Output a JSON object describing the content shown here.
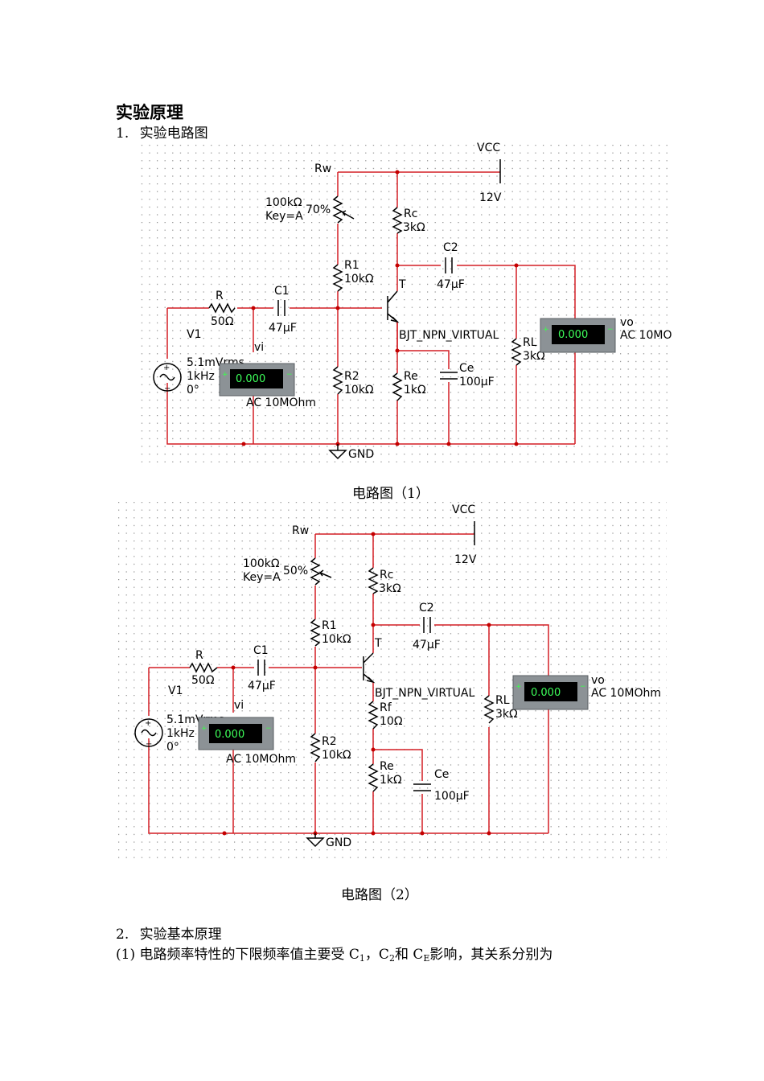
{
  "section_title": "实验原理",
  "item1": {
    "num": "1.",
    "text": "实验电路图"
  },
  "circuit1": {
    "vcc": "VCC",
    "vcc_value": "12V",
    "rw_name": "Rw",
    "rw_value": "100kΩ",
    "rw_key": "Key=A",
    "rw_pct": "70%",
    "rc_name": "Rc",
    "rc_value": "3kΩ",
    "c2_name": "C2",
    "c2_value": "47μF",
    "r1_name": "R1",
    "r1_value": "10kΩ",
    "t_name": "T",
    "bjt": "BJT_NPN_VIRTUAL",
    "r_name": "R",
    "r_value": "50Ω",
    "c1_name": "C1",
    "c1_value": "47μF",
    "v1_name": "V1",
    "v1_amp": "5.1mVrms",
    "v1_freq": "1kHz",
    "v1_phase": "0°",
    "vi_label": "vi",
    "vi_reading": "0.000",
    "vi_mode": "AC  10MOhm",
    "r2_name": "R2",
    "r2_value": "10kΩ",
    "re_name": "Re",
    "re_value": "1kΩ",
    "ce_name": "Ce",
    "ce_value": "100μF",
    "rl_name": "RL",
    "rl_value": "3kΩ",
    "vo_label": "vo",
    "vo_reading": "0.000",
    "vo_mode": "AC  10MO",
    "gnd": "GND"
  },
  "caption1": "电路图（1）",
  "circuit2": {
    "vcc": "VCC",
    "vcc_value": "12V",
    "rw_name": "Rw",
    "rw_value": "100kΩ",
    "rw_key": "Key=A",
    "rw_pct": "50%",
    "rc_name": "Rc",
    "rc_value": "3kΩ",
    "c2_name": "C2",
    "c2_value": "47μF",
    "r1_name": "R1",
    "r1_value": "10kΩ",
    "t_name": "T",
    "bjt": "BJT_NPN_VIRTUAL",
    "r_name": "R",
    "r_value": "50Ω",
    "c1_name": "C1",
    "c1_value": "47μF",
    "v1_name": "V1",
    "v1_amp": "5.1mVrms",
    "v1_freq": "1kHz",
    "v1_phase": "0°",
    "vi_label": "vi",
    "vi_reading": "0.000",
    "vi_mode": "AC  10MOhm",
    "rf_name": "Rf",
    "rf_value": "10Ω",
    "r2_name": "R2",
    "r2_value": "10kΩ",
    "re_name": "Re",
    "re_value": "1kΩ",
    "ce_name": "Ce",
    "ce_value": "100μF",
    "rl_name": "RL",
    "rl_value": "3kΩ",
    "vo_label": "vo",
    "vo_reading": "0.000",
    "vo_mode": "AC  10MOhm",
    "gnd": "GND"
  },
  "caption2": "电路图（2）",
  "item2": {
    "num": "2.",
    "text": "实验基本原理"
  },
  "item3": {
    "num": "(1)",
    "text_a": "电路频率特性的下限频率值主要受 C",
    "sub1": "1",
    "text_b": "，C",
    "sub2": "2",
    "text_c": "和 C",
    "sub3": "E",
    "text_d": "影响，其关系分别为"
  },
  "colors": {
    "wire": "#d41f25",
    "meter_body": "#8c9296",
    "meter_screen": "#000000",
    "meter_digits": "#3dff5a"
  }
}
